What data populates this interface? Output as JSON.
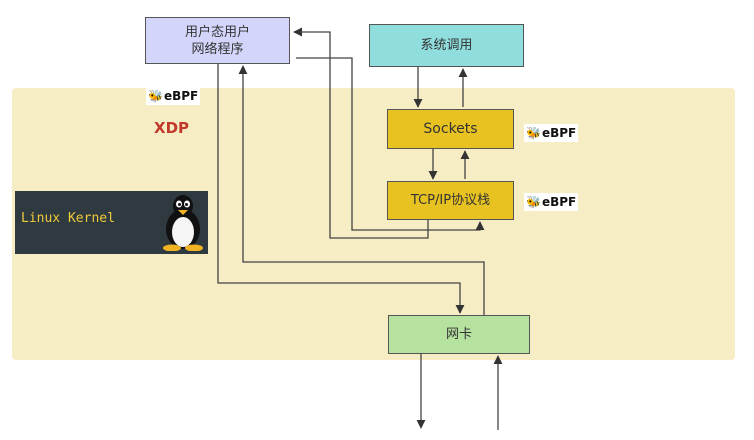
{
  "nodes": {
    "user_app": {
      "line1": "用户态用户",
      "line2": "网络程序"
    },
    "syscall": "系统调用",
    "sockets": "Sockets",
    "tcpip": "TCP/IP协议栈",
    "nic": "网卡"
  },
  "labels": {
    "xdp": "XDP",
    "ebpf": "eBPF",
    "linux_kernel": "Linux Kernel"
  },
  "colors": {
    "kernel_bg": "#f6edc5",
    "user_app": "#d4d5fb",
    "syscall": "#8fdddd",
    "stack": "#e7c221",
    "nic": "#b6e2a0",
    "xdp": "#c0392b"
  },
  "icons": [
    "bee-icon",
    "tux-icon"
  ]
}
